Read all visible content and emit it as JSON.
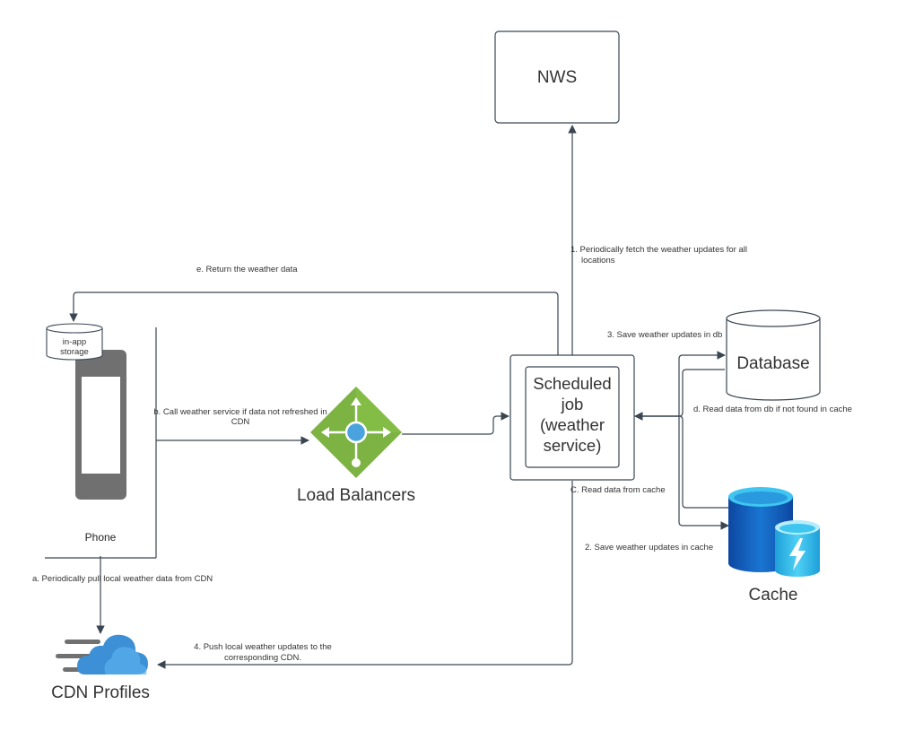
{
  "nodes": {
    "nws": "NWS",
    "scheduled_job": [
      "Scheduled",
      "job",
      "(weather",
      "service)"
    ],
    "database": "Database",
    "cache": "Cache",
    "load_balancers": "Load Balancers",
    "phone": "Phone",
    "in_app_storage": [
      "in-app",
      "storage"
    ],
    "cdn_profiles": "CDN Profiles"
  },
  "edges": {
    "e1": [
      "1. Periodically fetch the weather updates for all",
      "locations"
    ],
    "e2": "2. Save weather updates in cache",
    "e3": "3. Save weather updates in db",
    "e4": [
      "4. Push local weather updates to the",
      "corresponding CDN."
    ],
    "ea": "a. Periodically pull local weather data from CDN",
    "eb": [
      "b. Call weather service if data not refreshed in",
      "CDN"
    ],
    "ec": "C. Read data from cache",
    "ed": "d. Read data from db if not found in cache",
    "ee": "e. Return the weather data"
  },
  "icons": [
    "phone-icon",
    "load-balancer-icon",
    "database-icon",
    "cache-icon",
    "cdn-cloud-icon",
    "storage-cylinder-icon"
  ],
  "colors": {
    "line": "#3a4652",
    "lb_green": "#7cb342",
    "lb_blue": "#4aa3df",
    "cache_blue": "#1565c0",
    "cache_light": "#3ec6f0",
    "cloud_blue": "#3d8fd6",
    "phone_gray": "#707070"
  }
}
